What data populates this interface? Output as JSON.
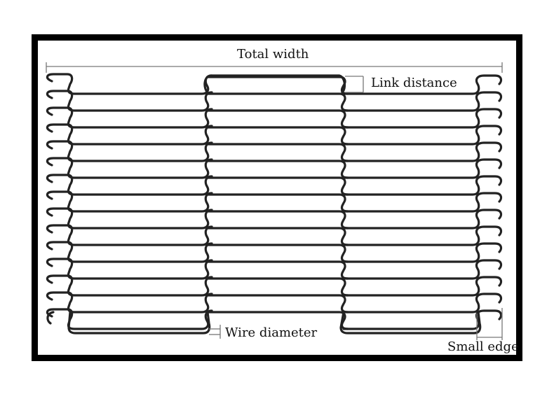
{
  "diagram": {
    "labels": {
      "total_width": "Total width",
      "link_distance": "Link distance",
      "wire_diameter": "Wire diameter",
      "small_edge": "Small edge"
    },
    "colors": {
      "frame": "#000000",
      "wire": "#222222",
      "dimension_line": "#777777",
      "background": "#ffffff"
    }
  }
}
